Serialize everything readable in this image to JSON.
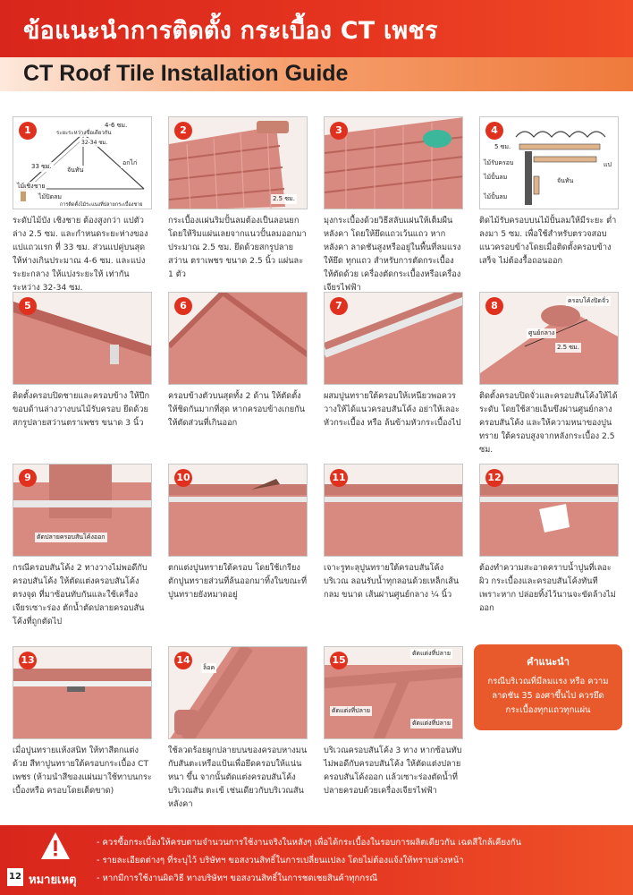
{
  "header": {
    "title_th": "ข้อแนะนำการติดตั้ง กระเบื้อง CT เพชร",
    "title_en": "CT Roof Tile Installation Guide"
  },
  "steps": [
    {
      "num": "1",
      "labels": [
        "4-6 ซม.",
        "ระยะระหว่างขื่อเดียวกัน",
        "32-34 ซม.",
        "33 ซม.",
        "จันทัน",
        "อกไก่",
        "ไม้เชิงชาย",
        "ไม้ปิดลม",
        "การติดตั้งไม้ระแนงที่ปลายกระเบื้องชาย"
      ],
      "text": "ระดับไม้บัง เชิงชาย ต้องสูงกว่า แปตัวล่าง 2.5 ซม. และกำหนดระยะห่างของแปแถวแรก ที่ 33 ซม. ส่วนแปคู่บนสุดให้ห่างเกินประมาณ 4-6 ซม. และแบ่งระยะกลาง ให้แบ่งระยะให้ เท่ากันระหว่าง 32-34 ซม."
    },
    {
      "num": "2",
      "labels": [
        "2.5 ซม."
      ],
      "text": "กระเบื้องแผ่นริมปั้นลมต้องเป็นลอนยก โดยให้ริมแผ่นเลยจากแนวปั้นลมออกมา ประมาณ 2.5 ซม. ยึดด้วยสกรูปลายสว่าน ตราเพชร ขนาด 2.5 นิ้ว แผ่นละ 1 ตัว"
    },
    {
      "num": "3",
      "labels": [],
      "text": "มุงกระเบื้องด้วยวิธีสลับแผ่นให้เต็มผืน หลังคา โดยให้ยึดแถวเว้นแถว หากหลังคา ลาดชันสูงหรืออยู่ในพื้นที่ลมแรงให้ยึด ทุกแถว สำหรับการตัดกระเบื้องให้ตัดด้วย เครื่องตัดกระเบื้องหรือเครื่องเจียรไฟฟ้า"
    },
    {
      "num": "4",
      "labels": [
        "5 ซม.",
        "ไม้รับครอบ",
        "แป",
        "ไม้ปั้นลม",
        "จันทัน",
        "ไม้ปั้นลม"
      ],
      "text": "ติดไม้รับครอบบนไม้ปั้นลมให้มีระยะ ต่ำลงมา 5 ซม. เพื่อใช้สำหรับตรวจสอบ แนวครอบข้างโดยเมื่อติดตั้งครอบข้างเสร็จ ไม่ต้องรื้อถอนออก"
    },
    {
      "num": "5",
      "labels": [],
      "text": "ติดตั้งครอบปิดชายและครอบข้าง ให้ปีก ขอบด้านล่างวางบนไม้รับครอบ ยึดด้วย สกรูปลายสว่านตราเพชร ขนาด 3 นิ้ว"
    },
    {
      "num": "6",
      "labels": [],
      "text": "ครอบข้างตัวบนสุดทั้ง 2 ด้าน ให้ตัดตั้ง ให้ชิดกันมากที่สุด หากครอบข้างเกยกัน ให้ตัดส่วนที่เกินออก"
    },
    {
      "num": "7",
      "labels": [],
      "text": "ผสมปูนทรายใต้ครอบให้เหนียวพอควร วางให้ได้แนวครอบสันโค้ง อย่าให้เลอะ หัวกระเบื้อง หรือ ล้นข้ามหัวกระเบื้องไป"
    },
    {
      "num": "8",
      "labels": [
        "ครอบโค้งปิดจั่ว",
        "ศูนย์กลาง",
        "2.5 ซม."
      ],
      "text": "ติดตั้งครอบปิดจั่วและครอบสันโค้งให้ได้ ระดับ โดยใช้สายเอ็นขึงผ่านศูนย์กลาง ครอบสันโค้ง และให้ความหนาของปูนทราย ใต้ครอบสูงจากหลังกระเบื้อง 2.5 ซม."
    },
    {
      "num": "9",
      "labels": [
        "ตัดปลายครอบสันโค้งออก"
      ],
      "text": "กรณีครอบสันโค้ง 2 ทางวางไม่พอดีกับ ครอบสันโค้ง ให้ตัดแต่งครอบสันโค้งตรงจุด ที่มาซ้อนทับกันและใช้เครื่องเจียรเซาะร่อง ตักน้ำตัดปลายครอบสันโค้งที่ถูกตัดไป"
    },
    {
      "num": "10",
      "labels": [],
      "text": "ตกแต่งปูนทรายใต้ครอบ โดยใช้เกรียง ตักปูนทรายส่วนที่ล้นออกมาทิ้งในขณะที่ ปูนทรายยังหมาดอยู่"
    },
    {
      "num": "11",
      "labels": [],
      "text": "เจาะรูทะลุปูนทรายใต้ครอบสันโค้งบริเวณ ลอนรับน้ำทุกลอนด้วยเหล็กเส้นกลม ขนาด เส้นผ่านศูนย์กลาง ¼ นิ้ว"
    },
    {
      "num": "12",
      "labels": [],
      "text": "ต้องทำความสะอาดคราบน้ำปูนที่เลอะผิว กระเบื้องและครอบสันโค้งทันที เพราะหาก ปล่อยทิ้งไว้นานจะขัดล้างไม่ออก"
    },
    {
      "num": "13",
      "labels": [],
      "text": "เมื่อปูนทรายแห้งสนิท ให้ทาสีตกแต่งด้วย สีทาปูนทรายใต้ครอบกระเบื้อง CT เพชร (ห้ามนำสีของแผ่นมาใช้ทาบนกระเบื้องหรือ ครอบโดยเด็ดขาด)"
    },
    {
      "num": "14",
      "labels": [
        "ล็อค"
      ],
      "text": "ใช้ลวดร้อยผูกปลายบนของครอบหางมน กับสันตะเหรือแป้นเพื่อยึดครอบให้แน่นหนา ขึ้น จากนั้นตัดแต่งครอบสันโค้งบริเวณสัน ตะเข้ เช่นเดียวกับบริเวณสันหลังคา"
    },
    {
      "num": "15",
      "labels": [
        "ตัดแต่งที่ปลาย",
        "ตัดแต่งที่ปลาย",
        "ตัดแต่งที่ปลาย"
      ],
      "text": "บริเวณครอบสันโค้ง 3 ทาง หากซ้อนทับ ไม่พอดีกับครอบสันโค้ง ให้ตัดแต่งปลาย ครอบสันโค้งออก แล้วเซาะร่องตัดน้ำที่ ปลายครอบด้วยเครื่องเจียรไฟฟ้า"
    }
  ],
  "recommend": {
    "title": "คำแนะนำ",
    "text": "กรณีบริเวณที่มีลมแรง หรือ ความลาดชัน 35 องศาขึ้นไป ควรยึดกระเบื้องทุกแถวทุกแผ่น"
  },
  "footer": {
    "label": "หมายเหตุ",
    "page": "12",
    "notes": [
      "- ควรซื้อกระเบื้องให้ครบตามจำนวนการใช้งานจริงในหลังๆ เพื่อได้กระเบื้องในรอบการผลิตเดียวกัน เฉดสีใกล้เคียงกัน",
      "- รายละเอียดต่างๆ ที่ระบุไว้ บริษัทฯ ขอสงวนสิทธิ์ในการเปลี่ยนแปลง โดยไม่ต้องแจ้งให้ทราบล่วงหน้า",
      "- หากมีการใช้งานผิดวิธี ทางบริษัทฯ ขอสงวนสิทธิ์ในการชดเชยสินค้าทุกกรณี"
    ]
  }
}
